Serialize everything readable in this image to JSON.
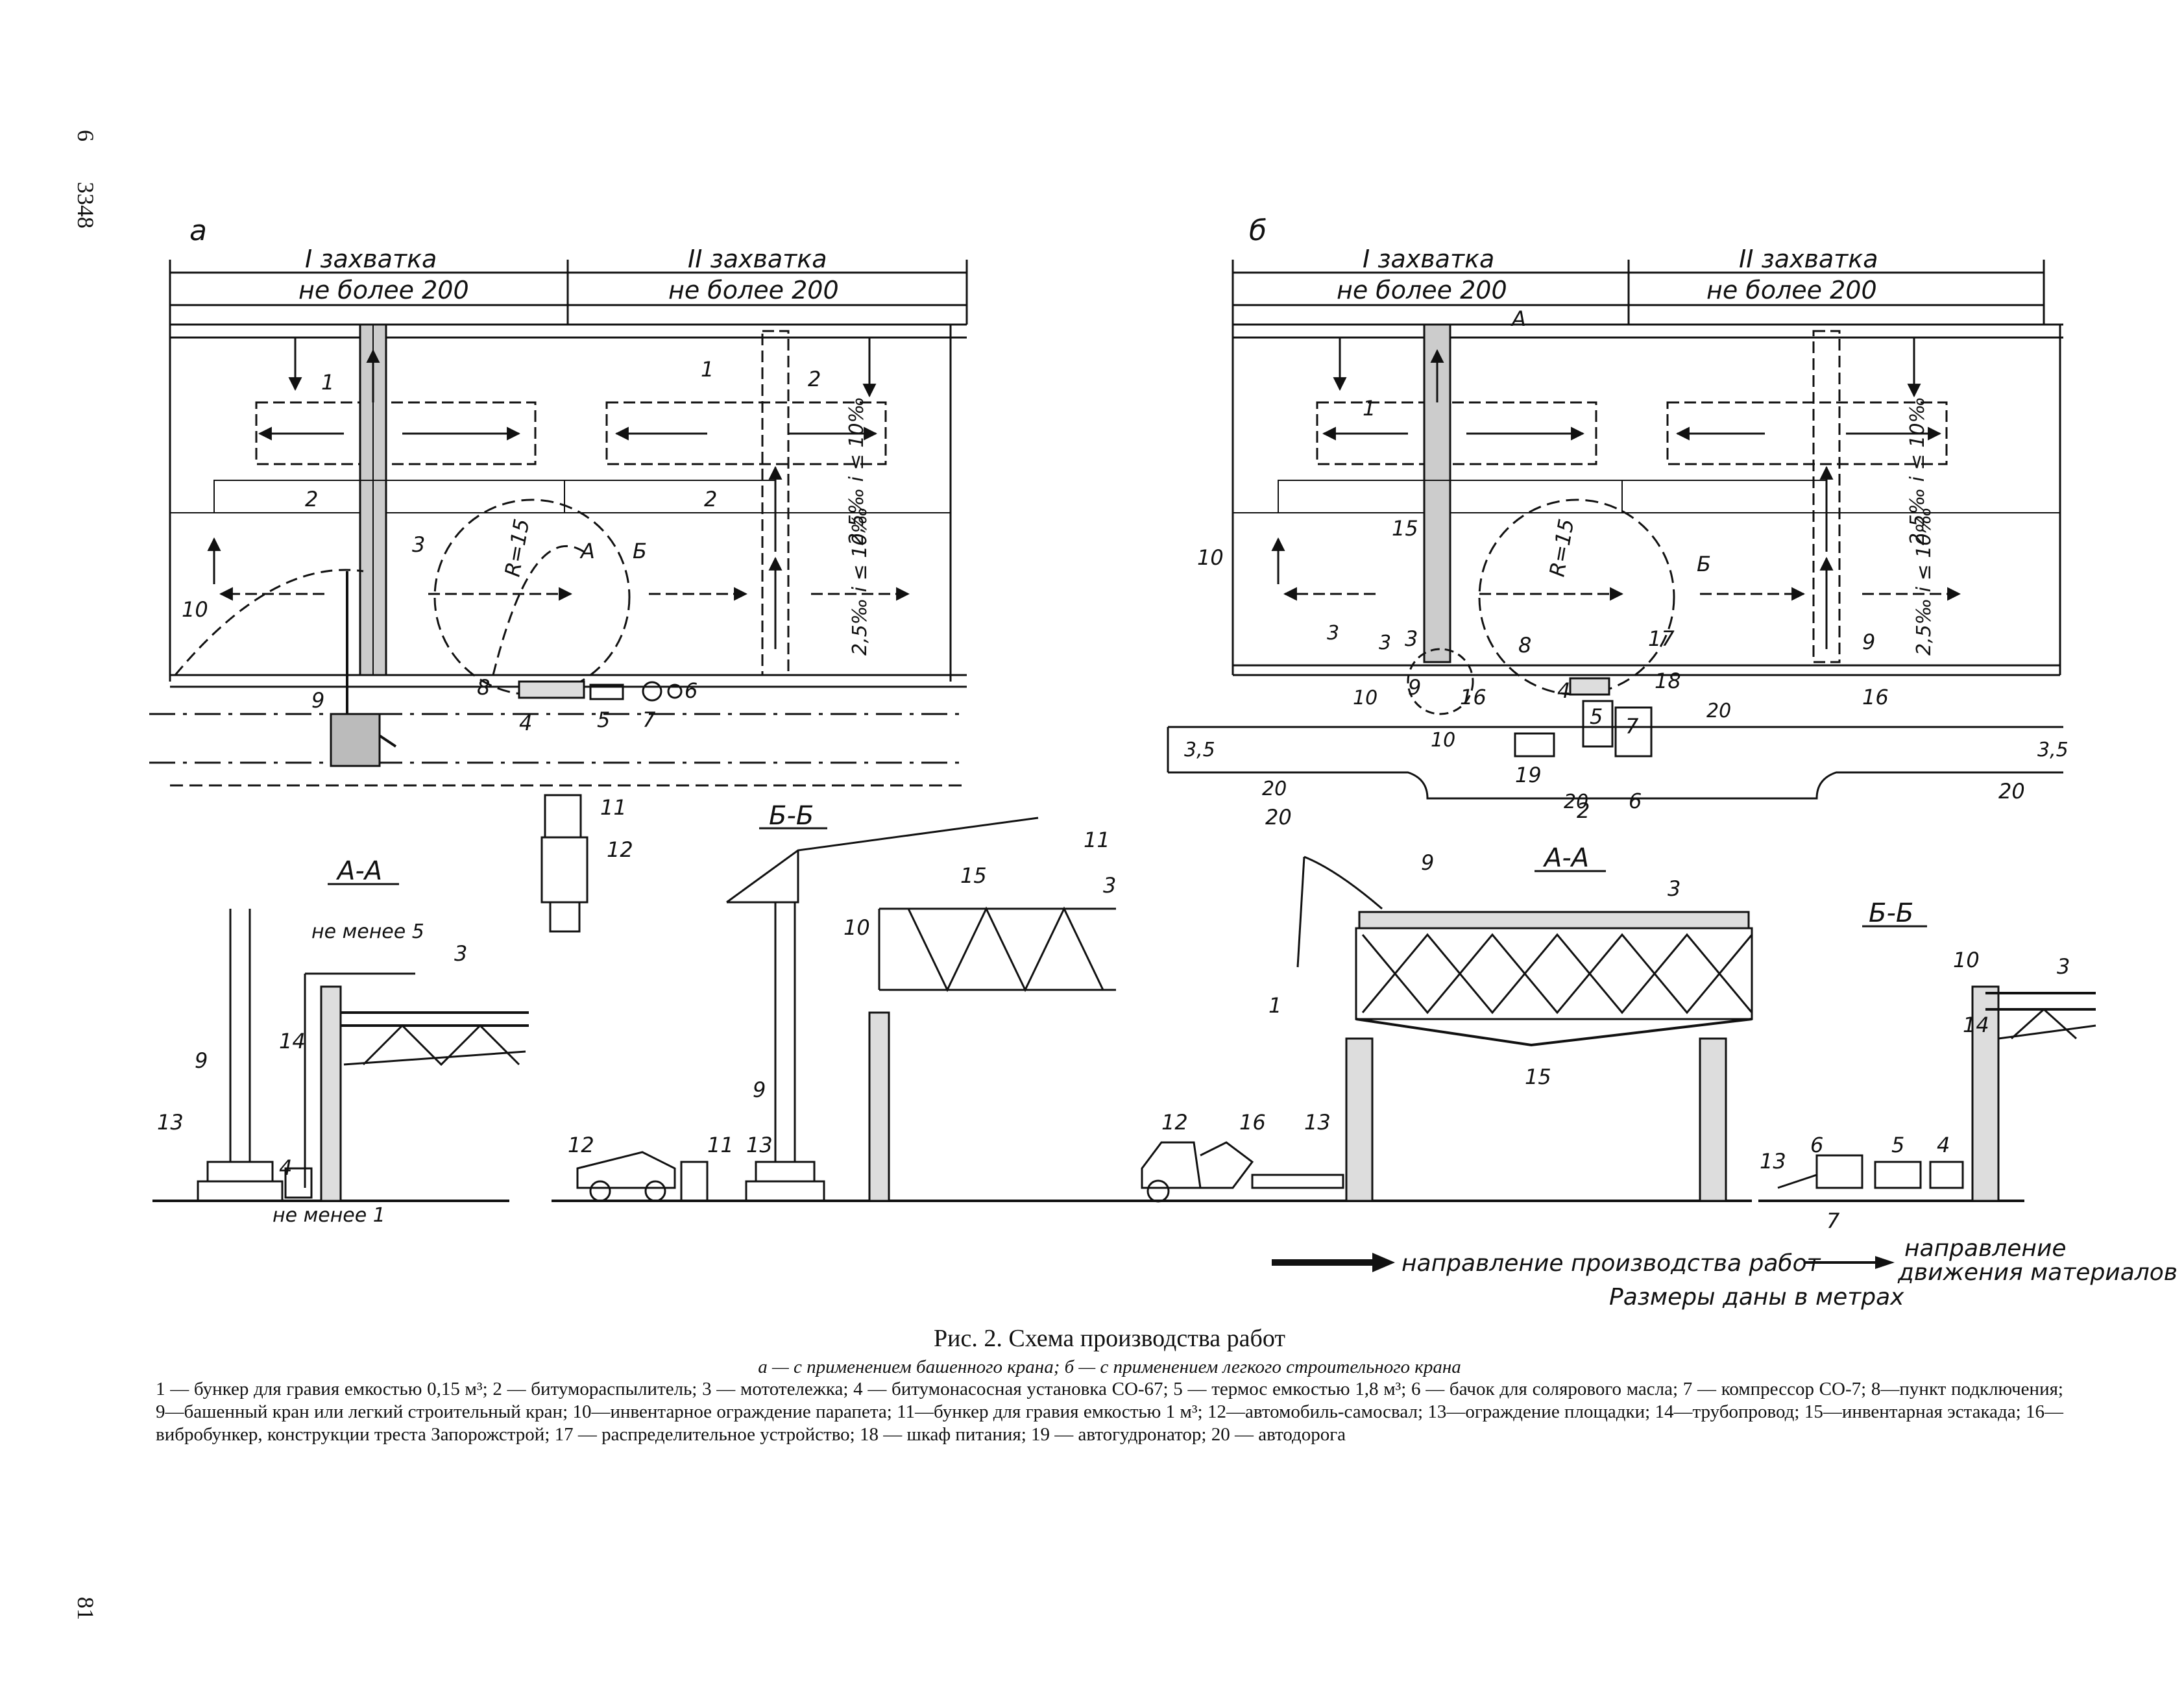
{
  "margin": {
    "top": "6",
    "code": "3348",
    "page_number": "81"
  },
  "panel_a": {
    "letter": "а",
    "zone1": "I захватка",
    "zone2": "II захватка",
    "dim1": "не более 200",
    "dim2": "не более 200",
    "radius": "R=15",
    "slope1": "2,5‰ i ≤ 10‰",
    "slope2": "2,5‰ i ≤ 10‰",
    "cut_a": "А",
    "cut_b": "Б",
    "items": [
      "1",
      "2",
      "1",
      "2",
      "2",
      "3",
      "4",
      "5",
      "6",
      "7",
      "8",
      "9",
      "10",
      "11",
      "12"
    ]
  },
  "panel_b": {
    "letter": "б",
    "zone1": "I захватка",
    "zone2": "II захватка",
    "dim1": "не более 200",
    "dim2": "не более 200",
    "radius": "R=15",
    "slope1": "2,5‰ i ≤ 10‰",
    "slope2": "2,5‰ i ≤ 10‰",
    "cut_a": "А",
    "cut_b": "Б",
    "dims": [
      "3",
      "10",
      "10",
      "20",
      "20",
      "3,5",
      "3,5",
      "20",
      "3"
    ],
    "items": [
      "1",
      "2",
      "3",
      "4",
      "5",
      "6",
      "7",
      "8",
      "9",
      "9",
      "10",
      "15",
      "16",
      "16",
      "17",
      "18",
      "19",
      "20",
      "20"
    ]
  },
  "section_aa_left": {
    "title": "А-А",
    "note1": "не менее 5",
    "note2": "не менее 1",
    "items": [
      "3",
      "4",
      "9",
      "13",
      "14"
    ]
  },
  "section_bb_left": {
    "title": "Б-Б",
    "items": [
      "3",
      "9",
      "10",
      "11",
      "11",
      "12",
      "13",
      "15"
    ]
  },
  "section_aa_right": {
    "title": "А-А",
    "items": [
      "1",
      "3",
      "9",
      "12",
      "13",
      "15",
      "16"
    ]
  },
  "section_bb_right": {
    "title": "Б-Б",
    "items": [
      "3",
      "4",
      "5",
      "6",
      "7",
      "10",
      "13",
      "14"
    ]
  },
  "legend": {
    "work_direction": "направление производства работ",
    "material_direction_1": "направление",
    "material_direction_2": "движения материалов",
    "units": "Размеры даны в метрах"
  },
  "caption": {
    "title": "Рис. 2. Схема производства работ",
    "subtitle": "а — с применением башенного крана; б — с применением легкого строительного крана",
    "legend": "1 — бункер для гравия емкостью 0,15 м³; 2 — битумораспылитель; 3 — мототележка; 4 — битумонасосная установка СО-67; 5 — термос емкостью 1,8 м³; 6 — бачок для солярового масла; 7 — компрессор СО-7; 8—пункт подключения; 9—башенный кран или легкий строительный кран; 10—инвентарное ограждение парапета; 11—бункер для гравия емкостью 1 м³; 12—автомобиль-самосвал; 13—ограждение площадки; 14—трубопровод; 15—инвентарная эстакада; 16— вибробункер, конструкции треста Запорожстрой; 17 — распределительное устройство; 18 — шкаф питания; 19 — автогудронатор; 20 — автодорога"
  }
}
